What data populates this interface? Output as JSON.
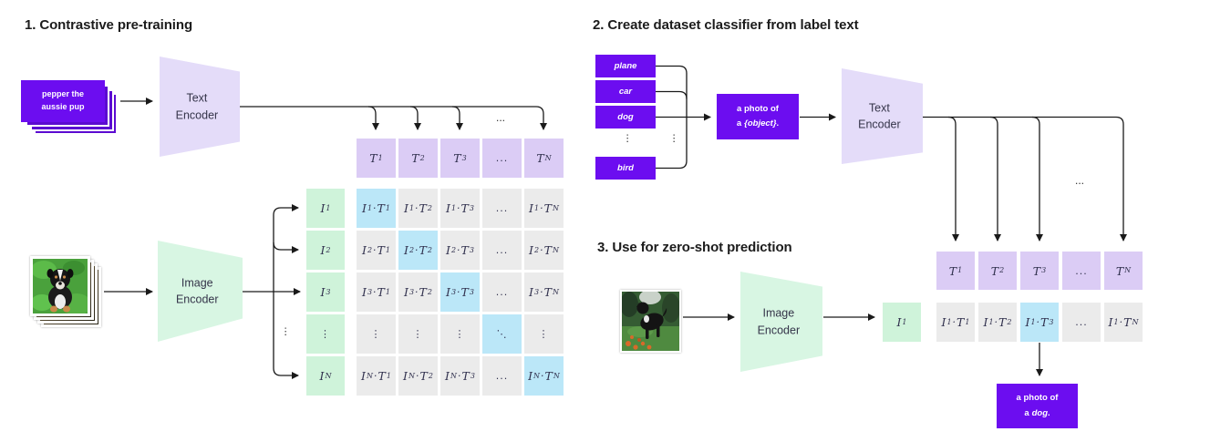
{
  "colors": {
    "accent_purple": "#6C0DF0",
    "lavender_encoder": "#E4DCF9",
    "green_encoder": "#D8F6E3",
    "text_embedding_cell": "#DBCCF5",
    "image_embedding_cell": "#CFF3DA",
    "matrix_cell": "#EBEBEB",
    "diagonal_highlight": "#BBE7F8"
  },
  "section1": {
    "title": "1. Contrastive pre-training",
    "text_stack": {
      "line1": "pepper the",
      "line2": "aussie pup"
    },
    "text_encoder": {
      "line1": "Text",
      "line2": "Encoder"
    },
    "image_encoder": {
      "line1": "Image",
      "line2": "Encoder"
    },
    "branch_dots": "...",
    "branch_vdots": "⋮",
    "matrix": {
      "col_headers": [
        "T_1",
        "T_2",
        "T_3",
        "...",
        "T_N"
      ],
      "row_headers": [
        "I_1",
        "I_2",
        "I_3",
        "⋮",
        "I_N"
      ],
      "cells": [
        [
          "I_1·T_1",
          "I_1·T_2",
          "I_1·T_3",
          "...",
          "I_1·T_N"
        ],
        [
          "I_2·T_1",
          "I_2·T_2",
          "I_2·T_3",
          "...",
          "I_2·T_N"
        ],
        [
          "I_3·T_1",
          "I_3·T_2",
          "I_3·T_3",
          "...",
          "I_3·T_N"
        ],
        [
          "⋮",
          "⋮",
          "⋮",
          "⋱",
          "⋮"
        ],
        [
          "I_N·T_1",
          "I_N·T_2",
          "I_N·T_3",
          "...",
          "I_N·T_N"
        ]
      ]
    }
  },
  "section2": {
    "title": "2. Create dataset classifier from label text",
    "labels": [
      "plane",
      "car",
      "dog",
      "bird"
    ],
    "labels_vdots": "⋮",
    "bracket_vdots": "⋮",
    "prompt": {
      "line1": "a photo of",
      "line2_prefix": "a",
      "object": "{object}",
      "line2_suffix": "."
    },
    "text_encoder": {
      "line1": "Text",
      "line2": "Encoder"
    },
    "branch_dots": "..."
  },
  "section3": {
    "title": "3. Use for zero-shot prediction",
    "image_encoder": {
      "line1": "Image",
      "line2": "Encoder"
    },
    "image_embedding": "I_1",
    "col_headers": [
      "T_1",
      "T_2",
      "T_3",
      "...",
      "T_N"
    ],
    "cells": [
      "I_1·T_1",
      "I_1·T_2",
      "I_1·T_3",
      "...",
      "I_1·T_N"
    ],
    "highlight_index": 2,
    "prediction": {
      "line1": "a photo of",
      "line2_prefix": "a",
      "object": "dog",
      "line2_suffix": "."
    }
  }
}
